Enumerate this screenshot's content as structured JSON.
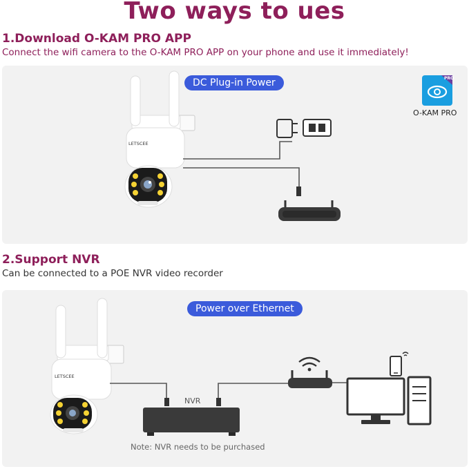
{
  "header": {
    "title": "Two ways to ues"
  },
  "section1": {
    "title": "1.Download O-KAM PRO APP",
    "description": "Connect the wifi camera to the O-KAM PRO APP on your phone and use it immediately!",
    "pill": "DC Plug-in Power",
    "app": {
      "name": "O-KAM PRO",
      "badge": "PRO",
      "icon": "eye-logo-icon",
      "color": "#1a9ee0"
    },
    "camera_brand": "LETSCEE"
  },
  "section2": {
    "title": "2.Support NVR",
    "description": "Can be connected to a POE NVR video recorder",
    "pill": "Power over Ethernet",
    "nvr_label": "NVR",
    "note": "Note: NVR needs to be purchased",
    "camera_brand": "LETSCEE"
  },
  "colors": {
    "accent": "#8e1f5a",
    "pill": "#3b5bdb",
    "panel": "#f2f2f2"
  }
}
